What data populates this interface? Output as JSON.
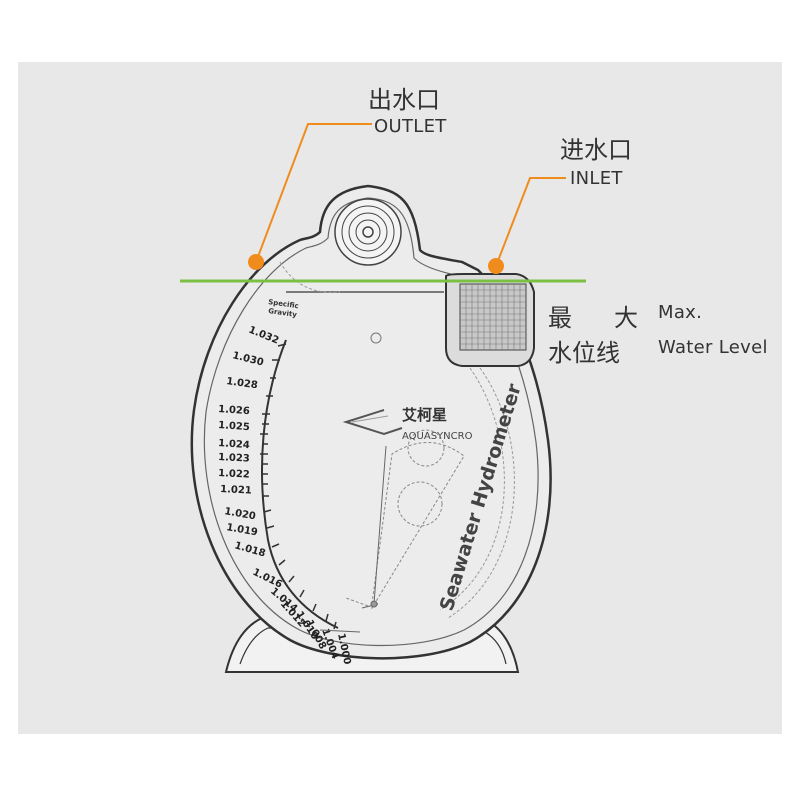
{
  "outlet": {
    "cn": "出水口",
    "en": "OUTLET"
  },
  "inlet": {
    "cn": "进水口",
    "en": "INLET"
  },
  "max_level": {
    "cn_line1": "最大",
    "cn_line2": "水位线",
    "en_line1": "Max.",
    "en_line2": "Water Level"
  },
  "device": {
    "specific_gravity_label_1": "Specific",
    "specific_gravity_label_2": "Gravity",
    "brand_cn": "艾柯星",
    "brand_en": "AQUASYNCRO",
    "product_name": "Seawater Hydrometer",
    "scale_labels": [
      "1.032",
      "1.030",
      "1.028",
      "1.026",
      "1.025",
      "1.024",
      "1.023",
      "1.022",
      "1.021",
      "1.020",
      "1.019",
      "1.018",
      "1.016",
      "1.014",
      "1.012",
      "1.010",
      "1.008",
      "1.004",
      "1.000"
    ]
  },
  "colors": {
    "callout_orange": "#f08c1e",
    "water_line_green": "#7bc043",
    "panel_bg": "#e8e8e8",
    "outline": "#333333"
  }
}
